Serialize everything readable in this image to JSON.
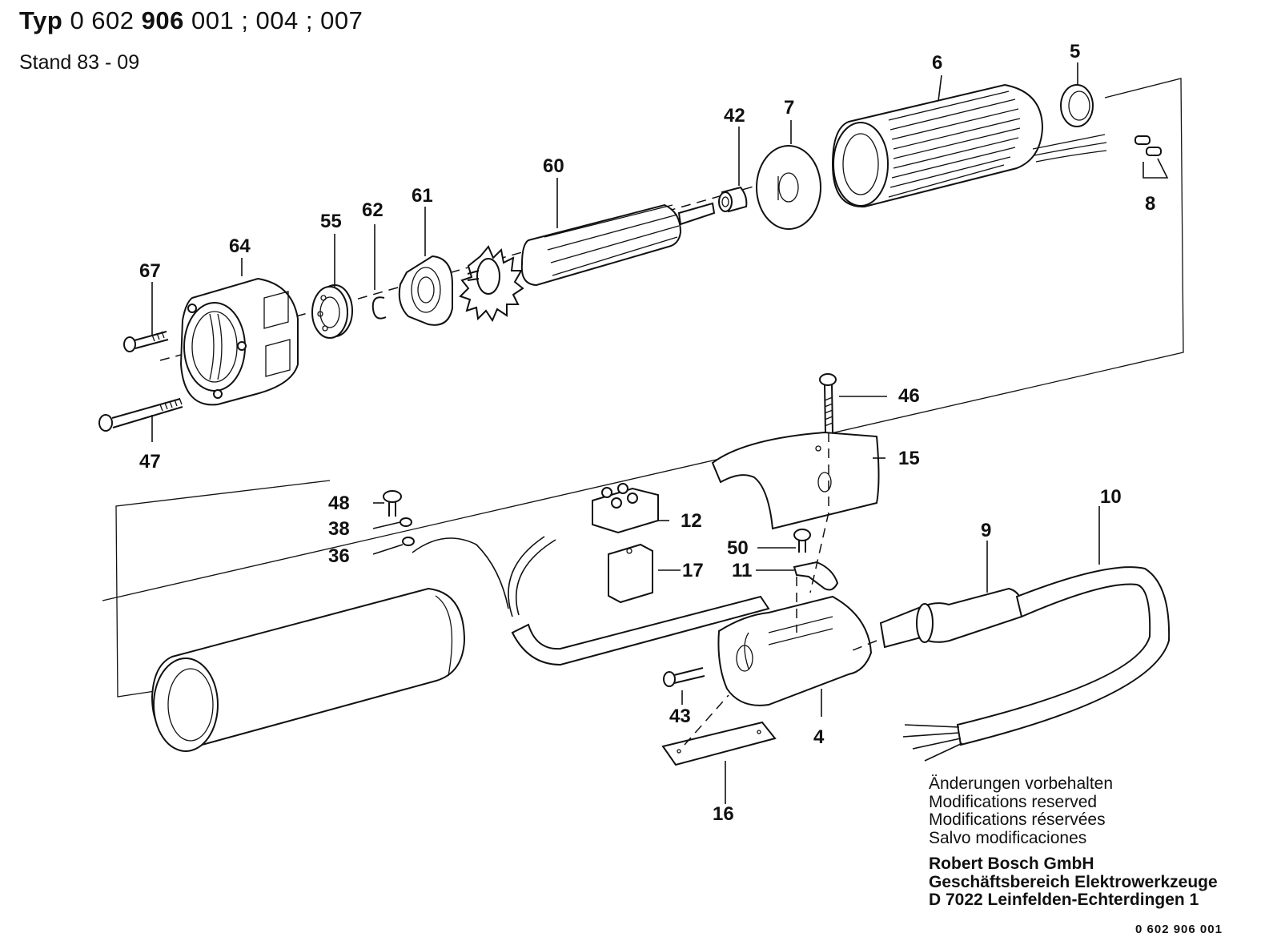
{
  "header": {
    "typ_label": "Typ",
    "typ_prefix": "0 602",
    "typ_bold": "906",
    "typ_variants": "001 ; 004 ; 007",
    "stand": "Stand  83 - 09"
  },
  "parts": {
    "p4": "4",
    "p5": "5",
    "p6": "6",
    "p7": "7",
    "p8": "8",
    "p9": "9",
    "p10": "10",
    "p11": "11",
    "p12": "12",
    "p15": "15",
    "p16": "16",
    "p17": "17",
    "p36": "36",
    "p38": "38",
    "p42": "42",
    "p43": "43",
    "p46": "46",
    "p47": "47",
    "p48": "48",
    "p50": "50",
    "p55": "55",
    "p60": "60",
    "p61": "61",
    "p62": "62",
    "p64": "64",
    "p67": "67"
  },
  "notes": [
    "Änderungen vorbehalten",
    "Modifications reserved",
    "Modifications réservées",
    "Salvo modificaciones"
  ],
  "company": [
    "Robert Bosch GmbH",
    "Geschäftsbereich Elektrowerkzeuge",
    "D 7022 Leinfelden-Echterdingen 1"
  ],
  "document_number": "0  602  906  001"
}
